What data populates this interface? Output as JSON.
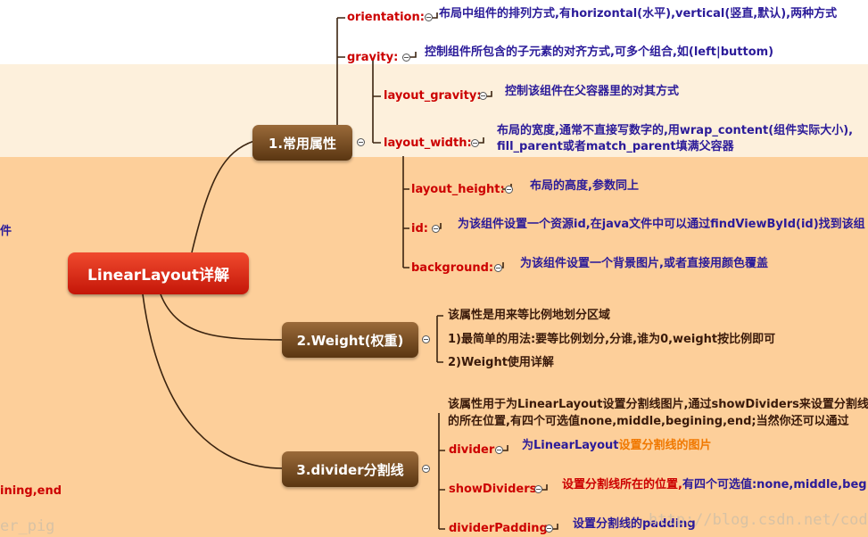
{
  "root": {
    "title": "LinearLayout详解"
  },
  "branches": {
    "common": {
      "title": "1.常用属性",
      "items": [
        {
          "attr": "orientation:",
          "desc": "布局中组件的排列方式,有horizontal(水平),vertical(竖直,默认),两种方式"
        },
        {
          "attr": "gravity:",
          "desc": "控制组件所包含的子元素的对齐方式,可多个组合,如(left|buttom)"
        },
        {
          "attr": "layout_gravity:",
          "desc": "控制该组件在父容器里的对其方式"
        },
        {
          "attr": "layout_width:",
          "desc": "布局的宽度,通常不直接写数字的,用wrap_content(组件实际大小),",
          "desc2": "fill_parent或者match_parent填满父容器"
        },
        {
          "attr": "layout_height:",
          "desc": "布局的高度,参数同上"
        },
        {
          "attr": "id:",
          "desc": "为该组件设置一个资源id,在java文件中可以通过findViewById(id)找到该组"
        },
        {
          "attr": "background:",
          "desc": "为该组件设置一个背景图片,或者直接用颜色覆盖"
        }
      ]
    },
    "weight": {
      "title": "2.Weight(权重)",
      "items": [
        "该属性是用来等比例地划分区域",
        "1)最简单的用法:要等比例划分,分谁,谁为0,weight按比例即可",
        "2)Weight使用详解"
      ]
    },
    "divider": {
      "title": "3.divider分割线",
      "intro": [
        "该属性用于为LinearLayout设置分割线图片,通过showDividers来设置分割线",
        "的所在位置,有四个可选值none,middle,begining,end;当然你还可以通过"
      ],
      "items": [
        {
          "attr": "divider",
          "desc_prefix": "为LinearLayout",
          "desc_suffix": "设置分割线的图片"
        },
        {
          "attr": "showDividers",
          "desc_prefix": "设置分割线所在的位置,",
          "desc_suffix": "有四个可选值:none,middle,beg"
        },
        {
          "attr": "dividerPadding",
          "desc": "设置分割线的padding"
        }
      ]
    }
  },
  "left_fragments": {
    "top": "件",
    "bottom": "ining,end"
  },
  "watermarks": {
    "left": "er_pig",
    "right": "http://blog.csdn.net/cod"
  },
  "colors": {
    "root": "#d21f0e",
    "branch": "#6e4620",
    "attr": "#cc0000",
    "desc": "#2b1b99",
    "band": "#fdcf9a",
    "highlight": "#f07800"
  }
}
